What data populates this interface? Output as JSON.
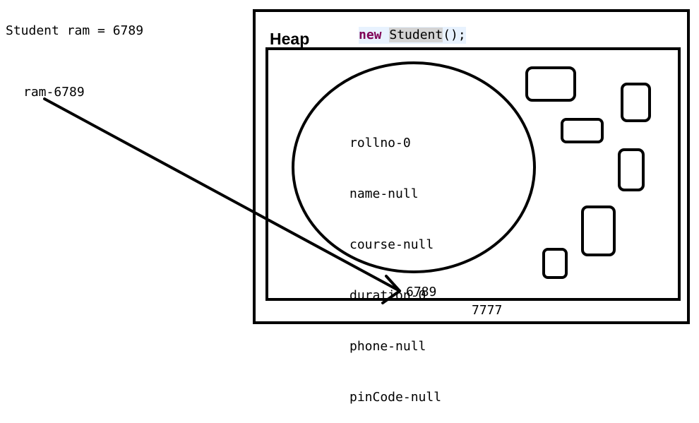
{
  "declaration": "Student ram = 6789",
  "reference_label": "ram-6789",
  "heap": {
    "title": "Heap",
    "code": {
      "keyword": "new",
      "class_name": "Student",
      "suffix": "();"
    },
    "object_fields": [
      "rollno-0",
      "name-null",
      "course-null",
      "duration-0",
      "phone-null",
      "pinCode-null"
    ],
    "object_address": "6789",
    "heap_address": "7777"
  },
  "colors": {
    "stroke": "#000000",
    "keyword": "#7f0055",
    "code_background": "#e8f2fe"
  }
}
